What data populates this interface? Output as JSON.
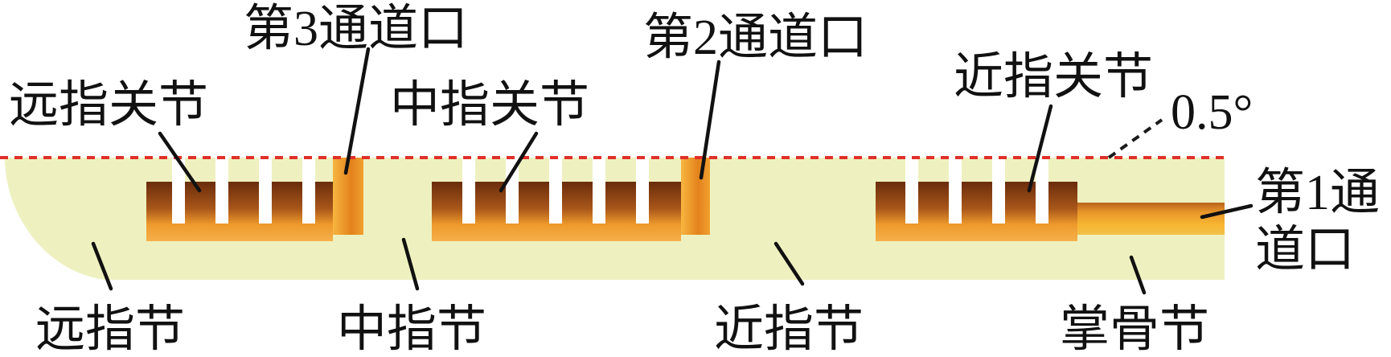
{
  "diagram": {
    "labels": {
      "channel_3_port": "第3通道口",
      "channel_2_port": "第2通道口",
      "distal_joint": "远指关节",
      "middle_joint": "中指关节",
      "proximal_joint": "近指关节",
      "angle": "0.5°",
      "channel_1_port_line1": "第1通",
      "channel_1_port_line2": "道口",
      "distal_phalanx": "远指节",
      "middle_phalanx": "中指节",
      "proximal_phalanx": "近指节",
      "metacarpal": "掌骨节"
    },
    "colors": {
      "body": "#eef1bf",
      "reference_line": "#e0302a",
      "chamber_dark": "#6a2c0c",
      "chamber_light": "#f6b04a",
      "channel": "#f7b731",
      "slot": "#ffffff",
      "text": "#111111"
    }
  }
}
